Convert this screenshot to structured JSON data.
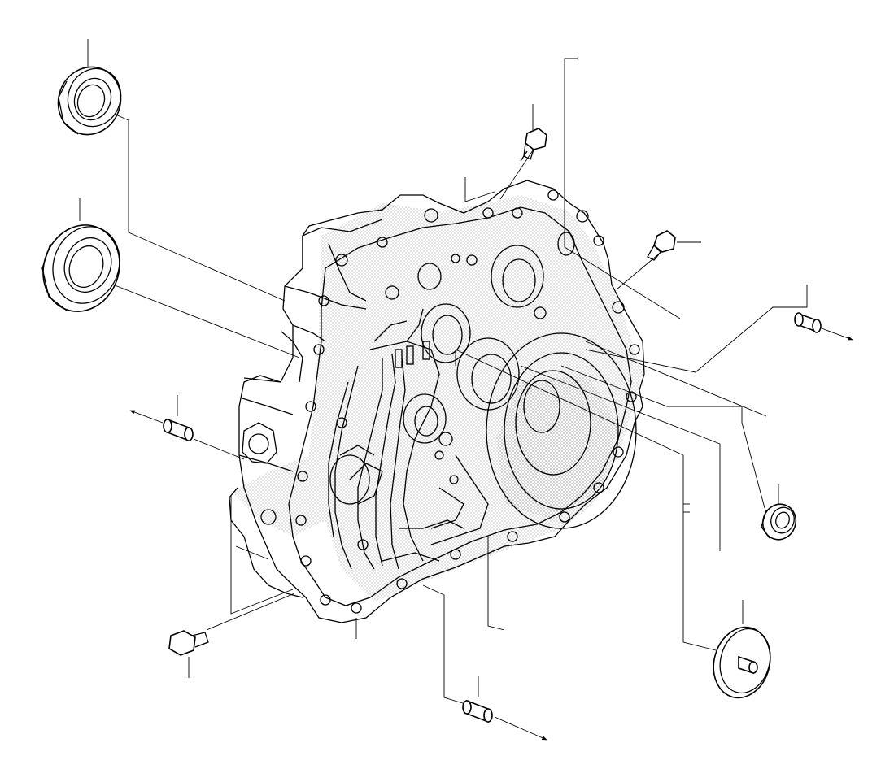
{
  "diagram": {
    "colors": {
      "line": "#000000",
      "background": "#ffffff",
      "stipple": "#000000"
    },
    "parts": [
      {
        "name": "oil-seal"
      },
      {
        "name": "bearing"
      },
      {
        "name": "bolt"
      },
      {
        "name": "dowel-pin"
      },
      {
        "name": "transaxle-case"
      },
      {
        "name": "needle-bearing"
      },
      {
        "name": "oil-receiver"
      }
    ]
  }
}
